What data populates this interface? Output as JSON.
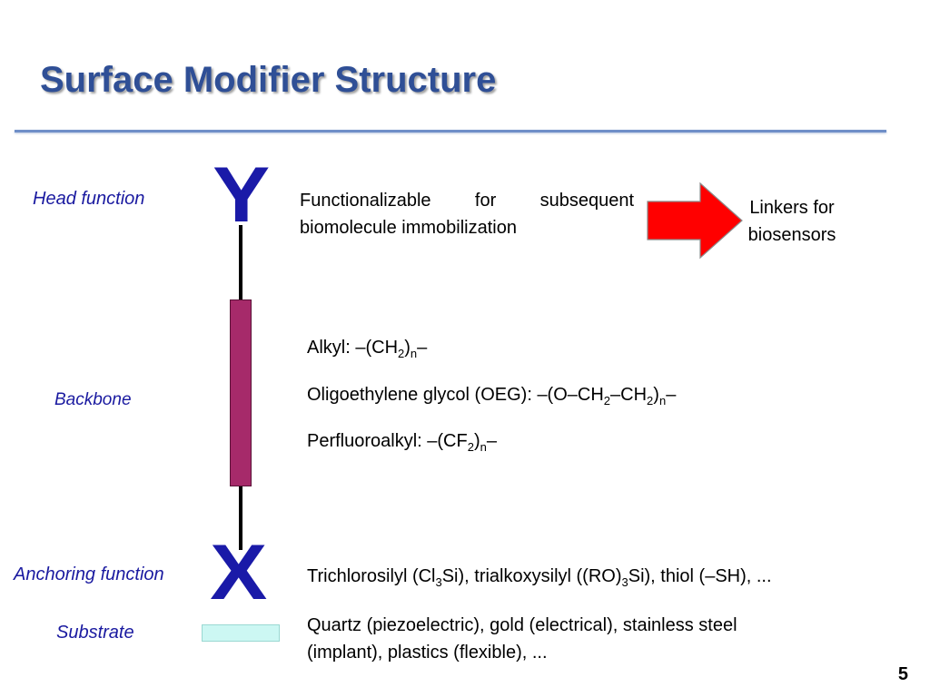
{
  "slide": {
    "title": "Surface Modifier Structure",
    "page_number": "5"
  },
  "labels": {
    "head_function": "Head function",
    "backbone": "Backbone",
    "anchoring_function": "Anchoring function",
    "substrate": "Substrate"
  },
  "molecule": {
    "head_letter": "Y",
    "anchor_letter": "X",
    "colors": {
      "letters": "#1a1aa8",
      "backbone": "#a62a6a",
      "substrate": "#ccf7f3",
      "arrow": "#ff0000"
    }
  },
  "head": {
    "description_line1": "Functionalizable for subsequent",
    "description_line2": "biomolecule immobilization",
    "arrow_icon": "right-arrow-icon",
    "result_line1": "Linkers for",
    "result_line2": "biosensors"
  },
  "backbone_items": {
    "alkyl_prefix": "Alkyl: –(CH",
    "alkyl_sub1": "2",
    "alkyl_mid": ")",
    "alkyl_sub2": "n",
    "alkyl_suffix": "–",
    "oeg_prefix": "Oligoethylene glycol (OEG): –(O–CH",
    "oeg_sub1": "2",
    "oeg_mid1": "–CH",
    "oeg_sub2": "2",
    "oeg_mid2": ")",
    "oeg_sub3": "n",
    "oeg_suffix": "–",
    "pf_prefix": "Perfluoroalkyl: –(CF",
    "pf_sub1": "2",
    "pf_mid": ")",
    "pf_sub2": "n",
    "pf_suffix": "–"
  },
  "anchoring": {
    "p1": "Trichlorosilyl (Cl",
    "s1": "3",
    "p2": "Si), trialkoxysilyl ((RO)",
    "s2": "3",
    "p3": "Si), thiol (–SH), ..."
  },
  "substrate_text": {
    "line1": "Quartz (piezoelectric), gold (electrical), stainless steel",
    "line2": "(implant), plastics (flexible), ..."
  }
}
